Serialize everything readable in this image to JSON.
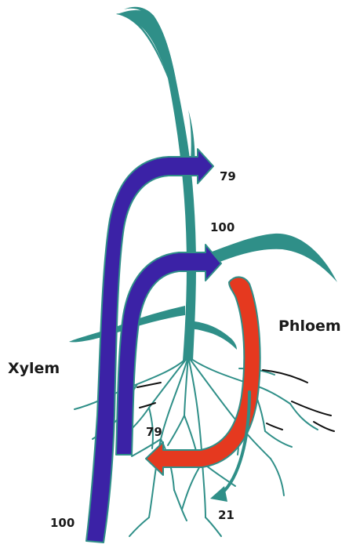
{
  "labels": {
    "xylem": "Xylem",
    "phloem": "Phloem"
  },
  "values": {
    "xylem_to_shoot_top": "79",
    "xylem_to_leaf": "100",
    "phloem_to_root": "79",
    "phloem_to_soil": "21",
    "xylem_from_root": "100"
  },
  "colors": {
    "plant": "#2f8f88",
    "xylem": "#3b22a6",
    "phloem": "#e5391f",
    "outline": "#2f8f88",
    "text": "#1a1a1a"
  }
}
